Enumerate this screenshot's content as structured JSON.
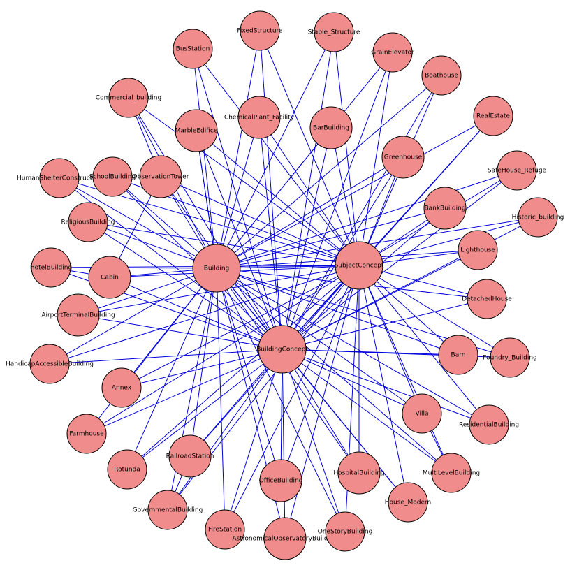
{
  "graph": {
    "colors": {
      "node_fill": "#f08c8c",
      "node_stroke": "#000000",
      "edge": "#0000dd",
      "background": "#ffffff"
    },
    "nodes": [
      {
        "id": "Building",
        "label": "Building"
      },
      {
        "id": "SubjectConcept",
        "label": "SubjectConcept"
      },
      {
        "id": "BuildingConcept",
        "label": "BuildingConcept"
      },
      {
        "id": "FixedStructure",
        "label": "FixedStructure"
      },
      {
        "id": "Stable_Structure",
        "label": "Stable_Structure"
      },
      {
        "id": "BusStation",
        "label": "BusStation"
      },
      {
        "id": "GrainElevator",
        "label": "GrainElevator"
      },
      {
        "id": "Boathouse",
        "label": "Boathouse"
      },
      {
        "id": "Commercial_building",
        "label": "Commercial_building"
      },
      {
        "id": "ChemicalPlant_Facility",
        "label": "ChemicalPlant_Facility"
      },
      {
        "id": "MarbleEdifice",
        "label": "MarbleEdifice"
      },
      {
        "id": "BarBuilding",
        "label": "BarBuilding"
      },
      {
        "id": "RealEstate",
        "label": "RealEstate"
      },
      {
        "id": "Greenhouse",
        "label": "Greenhouse"
      },
      {
        "id": "SafeHouse_Refuge",
        "label": "SafeHouse_Refuge"
      },
      {
        "id": "HumanShelterConstruction",
        "label": "HumanShelterConstruction"
      },
      {
        "id": "SchoolBuilding",
        "label": "SchoolBuilding"
      },
      {
        "id": "ObservationTower",
        "label": "ObservationTower"
      },
      {
        "id": "BankBuilding",
        "label": "BankBuilding"
      },
      {
        "id": "Historic_building",
        "label": "Historic_building"
      },
      {
        "id": "ReligiousBuilding",
        "label": "ReligiousBuilding"
      },
      {
        "id": "Lighthouse",
        "label": "Lighthouse"
      },
      {
        "id": "HotelBuilding",
        "label": "HotelBuilding"
      },
      {
        "id": "Cabin",
        "label": "Cabin"
      },
      {
        "id": "DetachedHouse",
        "label": "DetachedHouse"
      },
      {
        "id": "AirportTerminalBuilding",
        "label": "AirportTerminalBuilding"
      },
      {
        "id": "Barn",
        "label": "Barn"
      },
      {
        "id": "Foundry_Building",
        "label": "Foundry_Building"
      },
      {
        "id": "HandicapAccessibleBuilding",
        "label": "HandicapAccessibleBuilding"
      },
      {
        "id": "Annex",
        "label": "Annex"
      },
      {
        "id": "Villa",
        "label": "Villa"
      },
      {
        "id": "ResidentialBuilding",
        "label": "ResidentialBuilding"
      },
      {
        "id": "Farmhouse",
        "label": "Farmhouse"
      },
      {
        "id": "RailroadStation",
        "label": "RailroadStation"
      },
      {
        "id": "Rotunda",
        "label": "Rotunda"
      },
      {
        "id": "OfficeBuilding",
        "label": "OfficeBuilding"
      },
      {
        "id": "HospitalBuilding",
        "label": "HospitalBuilding"
      },
      {
        "id": "MultiLevelBuilding",
        "label": "MultiLevelBuilding"
      },
      {
        "id": "House_Modern",
        "label": "House_Modern"
      },
      {
        "id": "GovernmentalBuilding",
        "label": "GovernmentalBuilding"
      },
      {
        "id": "FireStation",
        "label": "FireStation"
      },
      {
        "id": "AstronomicalObservatoryBuilding",
        "label": "AstronomicalObservatoryBuilding"
      },
      {
        "id": "OneStoryBuilding",
        "label": "OneStoryBuilding"
      }
    ],
    "edges": [
      [
        "Building",
        "SubjectConcept"
      ],
      [
        "Building",
        "BuildingConcept"
      ],
      [
        "SubjectConcept",
        "BuildingConcept"
      ],
      [
        "FixedStructure",
        "Building"
      ],
      [
        "FixedStructure",
        "SubjectConcept"
      ],
      [
        "FixedStructure",
        "BuildingConcept"
      ],
      [
        "Stable_Structure",
        "Building"
      ],
      [
        "Stable_Structure",
        "SubjectConcept"
      ],
      [
        "Stable_Structure",
        "BuildingConcept"
      ],
      [
        "BusStation",
        "Building"
      ],
      [
        "BusStation",
        "SubjectConcept"
      ],
      [
        "BusStation",
        "BuildingConcept"
      ],
      [
        "GrainElevator",
        "Building"
      ],
      [
        "GrainElevator",
        "SubjectConcept"
      ],
      [
        "GrainElevator",
        "BuildingConcept"
      ],
      [
        "Boathouse",
        "Building"
      ],
      [
        "Boathouse",
        "SubjectConcept"
      ],
      [
        "Boathouse",
        "BuildingConcept"
      ],
      [
        "Commercial_building",
        "Building"
      ],
      [
        "Commercial_building",
        "SubjectConcept"
      ],
      [
        "Commercial_building",
        "BuildingConcept"
      ],
      [
        "ChemicalPlant_Facility",
        "Building"
      ],
      [
        "ChemicalPlant_Facility",
        "SubjectConcept"
      ],
      [
        "ChemicalPlant_Facility",
        "BuildingConcept"
      ],
      [
        "MarbleEdifice",
        "Building"
      ],
      [
        "MarbleEdifice",
        "SubjectConcept"
      ],
      [
        "MarbleEdifice",
        "BuildingConcept"
      ],
      [
        "BarBuilding",
        "Building"
      ],
      [
        "BarBuilding",
        "SubjectConcept"
      ],
      [
        "BarBuilding",
        "BuildingConcept"
      ],
      [
        "RealEstate",
        "Building"
      ],
      [
        "RealEstate",
        "SubjectConcept"
      ],
      [
        "RealEstate",
        "BuildingConcept"
      ],
      [
        "Greenhouse",
        "Building"
      ],
      [
        "Greenhouse",
        "SubjectConcept"
      ],
      [
        "Greenhouse",
        "BuildingConcept"
      ],
      [
        "SafeHouse_Refuge",
        "Building"
      ],
      [
        "SafeHouse_Refuge",
        "SubjectConcept"
      ],
      [
        "SafeHouse_Refuge",
        "BuildingConcept"
      ],
      [
        "HumanShelterConstruction",
        "Building"
      ],
      [
        "HumanShelterConstruction",
        "SubjectConcept"
      ],
      [
        "HumanShelterConstruction",
        "BuildingConcept"
      ],
      [
        "SchoolBuilding",
        "Building"
      ],
      [
        "SchoolBuilding",
        "SubjectConcept"
      ],
      [
        "SchoolBuilding",
        "BuildingConcept"
      ],
      [
        "ObservationTower",
        "Building"
      ],
      [
        "ObservationTower",
        "SubjectConcept"
      ],
      [
        "ObservationTower",
        "BuildingConcept"
      ],
      [
        "BankBuilding",
        "Building"
      ],
      [
        "BankBuilding",
        "SubjectConcept"
      ],
      [
        "BankBuilding",
        "BuildingConcept"
      ],
      [
        "Historic_building",
        "Building"
      ],
      [
        "Historic_building",
        "SubjectConcept"
      ],
      [
        "Historic_building",
        "BuildingConcept"
      ],
      [
        "ReligiousBuilding",
        "Building"
      ],
      [
        "ReligiousBuilding",
        "SubjectConcept"
      ],
      [
        "ReligiousBuilding",
        "BuildingConcept"
      ],
      [
        "Lighthouse",
        "Building"
      ],
      [
        "Lighthouse",
        "SubjectConcept"
      ],
      [
        "Lighthouse",
        "BuildingConcept"
      ],
      [
        "HotelBuilding",
        "Building"
      ],
      [
        "HotelBuilding",
        "SubjectConcept"
      ],
      [
        "HotelBuilding",
        "BuildingConcept"
      ],
      [
        "Cabin",
        "Building"
      ],
      [
        "Cabin",
        "SubjectConcept"
      ],
      [
        "Cabin",
        "BuildingConcept"
      ],
      [
        "DetachedHouse",
        "Building"
      ],
      [
        "DetachedHouse",
        "SubjectConcept"
      ],
      [
        "DetachedHouse",
        "BuildingConcept"
      ],
      [
        "AirportTerminalBuilding",
        "Building"
      ],
      [
        "AirportTerminalBuilding",
        "SubjectConcept"
      ],
      [
        "AirportTerminalBuilding",
        "BuildingConcept"
      ],
      [
        "Barn",
        "Building"
      ],
      [
        "Barn",
        "SubjectConcept"
      ],
      [
        "Barn",
        "BuildingConcept"
      ],
      [
        "Foundry_Building",
        "Building"
      ],
      [
        "Foundry_Building",
        "SubjectConcept"
      ],
      [
        "Foundry_Building",
        "BuildingConcept"
      ],
      [
        "HandicapAccessibleBuilding",
        "Building"
      ],
      [
        "HandicapAccessibleBuilding",
        "SubjectConcept"
      ],
      [
        "HandicapAccessibleBuilding",
        "BuildingConcept"
      ],
      [
        "Annex",
        "Building"
      ],
      [
        "Annex",
        "SubjectConcept"
      ],
      [
        "Annex",
        "BuildingConcept"
      ],
      [
        "Villa",
        "Building"
      ],
      [
        "Villa",
        "SubjectConcept"
      ],
      [
        "Villa",
        "BuildingConcept"
      ],
      [
        "ResidentialBuilding",
        "Building"
      ],
      [
        "ResidentialBuilding",
        "SubjectConcept"
      ],
      [
        "ResidentialBuilding",
        "BuildingConcept"
      ],
      [
        "Farmhouse",
        "Building"
      ],
      [
        "Farmhouse",
        "SubjectConcept"
      ],
      [
        "Farmhouse",
        "BuildingConcept"
      ],
      [
        "RailroadStation",
        "Building"
      ],
      [
        "RailroadStation",
        "SubjectConcept"
      ],
      [
        "RailroadStation",
        "BuildingConcept"
      ],
      [
        "Rotunda",
        "Building"
      ],
      [
        "Rotunda",
        "SubjectConcept"
      ],
      [
        "Rotunda",
        "BuildingConcept"
      ],
      [
        "OfficeBuilding",
        "Building"
      ],
      [
        "OfficeBuilding",
        "SubjectConcept"
      ],
      [
        "OfficeBuilding",
        "BuildingConcept"
      ],
      [
        "HospitalBuilding",
        "Building"
      ],
      [
        "HospitalBuilding",
        "SubjectConcept"
      ],
      [
        "HospitalBuilding",
        "BuildingConcept"
      ],
      [
        "MultiLevelBuilding",
        "Building"
      ],
      [
        "MultiLevelBuilding",
        "SubjectConcept"
      ],
      [
        "MultiLevelBuilding",
        "BuildingConcept"
      ],
      [
        "House_Modern",
        "Building"
      ],
      [
        "House_Modern",
        "SubjectConcept"
      ],
      [
        "House_Modern",
        "BuildingConcept"
      ],
      [
        "GovernmentalBuilding",
        "Building"
      ],
      [
        "GovernmentalBuilding",
        "SubjectConcept"
      ],
      [
        "GovernmentalBuilding",
        "BuildingConcept"
      ],
      [
        "FireStation",
        "Building"
      ],
      [
        "FireStation",
        "SubjectConcept"
      ],
      [
        "FireStation",
        "BuildingConcept"
      ],
      [
        "AstronomicalObservatoryBuilding",
        "Building"
      ],
      [
        "AstronomicalObservatoryBuilding",
        "SubjectConcept"
      ],
      [
        "AstronomicalObservatoryBuilding",
        "BuildingConcept"
      ],
      [
        "OneStoryBuilding",
        "Building"
      ],
      [
        "OneStoryBuilding",
        "SubjectConcept"
      ],
      [
        "OneStoryBuilding",
        "BuildingConcept"
      ],
      [
        "Commercial_building",
        "ObservationTower"
      ],
      [
        "ObservationTower",
        "Cabin"
      ],
      [
        "MarbleEdifice",
        "Building"
      ],
      [
        "RailroadStation",
        "GovernmentalBuilding"
      ],
      [
        "Villa",
        "MultiLevelBuilding"
      ],
      [
        "HotelBuilding",
        "Cabin"
      ]
    ]
  }
}
